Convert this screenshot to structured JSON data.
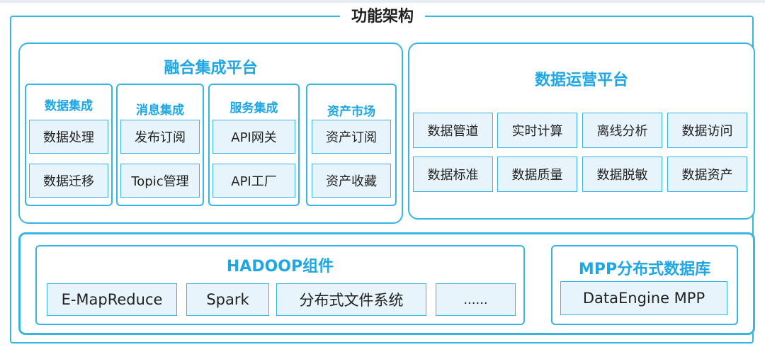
{
  "title": "功能架构",
  "integration": {
    "title": "融合集成平台",
    "columns": [
      {
        "title": "数据集成",
        "items": [
          "数据处理",
          "数据迁移"
        ]
      },
      {
        "title": "消息集成",
        "items": [
          "发布订阅",
          "Topic管理"
        ]
      },
      {
        "title": "服务集成",
        "items": [
          "API网关",
          "API工厂"
        ]
      },
      {
        "title": "资产市场",
        "items": [
          "资产订阅",
          "资产收藏"
        ]
      }
    ]
  },
  "operations": {
    "title": "数据运营平台",
    "row1": [
      "数据管道",
      "实时计算",
      "离线分析",
      "数据访问"
    ],
    "row2": [
      "数据标准",
      "数据质量",
      "数据脱敏",
      "数据资产"
    ]
  },
  "hadoop": {
    "title": "HADOOP组件",
    "items": [
      "E-MapReduce",
      "Spark",
      "分布式文件系统",
      "......"
    ]
  },
  "mpp": {
    "title": "MPP分布式数据库",
    "items": [
      "DataEngine MPP"
    ]
  },
  "colors": {
    "accent": "#1ea7e4",
    "border": "#35b6e6",
    "box_fill": "#e8f4fb"
  }
}
